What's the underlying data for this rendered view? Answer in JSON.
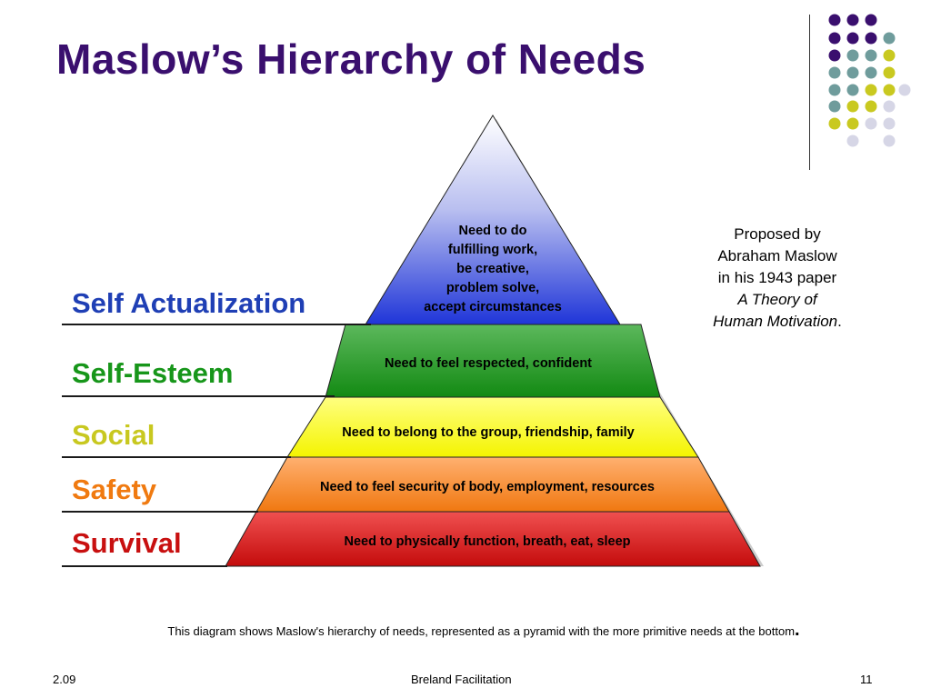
{
  "title": "Maslow’s Hierarchy of Needs",
  "levels": [
    {
      "label": "Self Actualization",
      "color": "#1f3fb5",
      "description_lines": [
        "Need to do",
        "fulfilling work,",
        "be creative,",
        "problem solve,",
        "accept circumstances"
      ]
    },
    {
      "label": "Self-Esteem",
      "color": "#17961a",
      "description": "Need to feel respected, confident"
    },
    {
      "label": "Social",
      "color": "#c8c820",
      "description": "Need to belong to the group, friendship, family"
    },
    {
      "label": "Safety",
      "color": "#f07a10",
      "description": "Need  to feel security of body, employment, resources"
    },
    {
      "label": "Survival",
      "color": "#c81010",
      "description": "Need to physically function, breath, eat, sleep"
    }
  ],
  "note": {
    "line1": "Proposed by",
    "line2": "Abraham Maslow",
    "line3": "in his 1943 paper",
    "italic1": "A Theory of",
    "italic2": "Human Motivation",
    "suffix": "."
  },
  "caption": "This diagram shows Maslow's hierarchy of needs, represented as a pyramid with the more primitive needs at the bottom",
  "caption_end": ".",
  "footer": {
    "left": "2.09",
    "center": "Breland Facilitation",
    "right": "11"
  },
  "colors": {
    "title": "#3a0f6e",
    "dot_purple": "#3a0f6e",
    "dot_teal": "#6f9c9c",
    "dot_yellow": "#c9c920",
    "dot_lavender": "#d6d6e6"
  }
}
